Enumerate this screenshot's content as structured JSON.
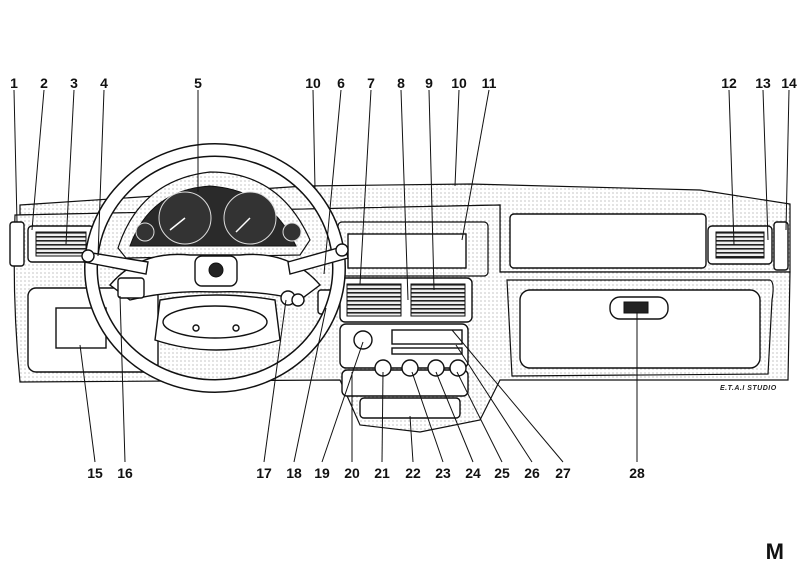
{
  "callouts_top": [
    "1",
    "2",
    "3",
    "4",
    "5",
    "10",
    "6",
    "7",
    "8",
    "9",
    "10",
    "11",
    "12",
    "13",
    "14"
  ],
  "callouts_bottom": [
    "15",
    "16",
    "17",
    "18",
    "19",
    "20",
    "21",
    "22",
    "23",
    "24",
    "25",
    "26",
    "27",
    "28"
  ],
  "credit": "E.T.A.I STUDIO",
  "page_letter": "M"
}
